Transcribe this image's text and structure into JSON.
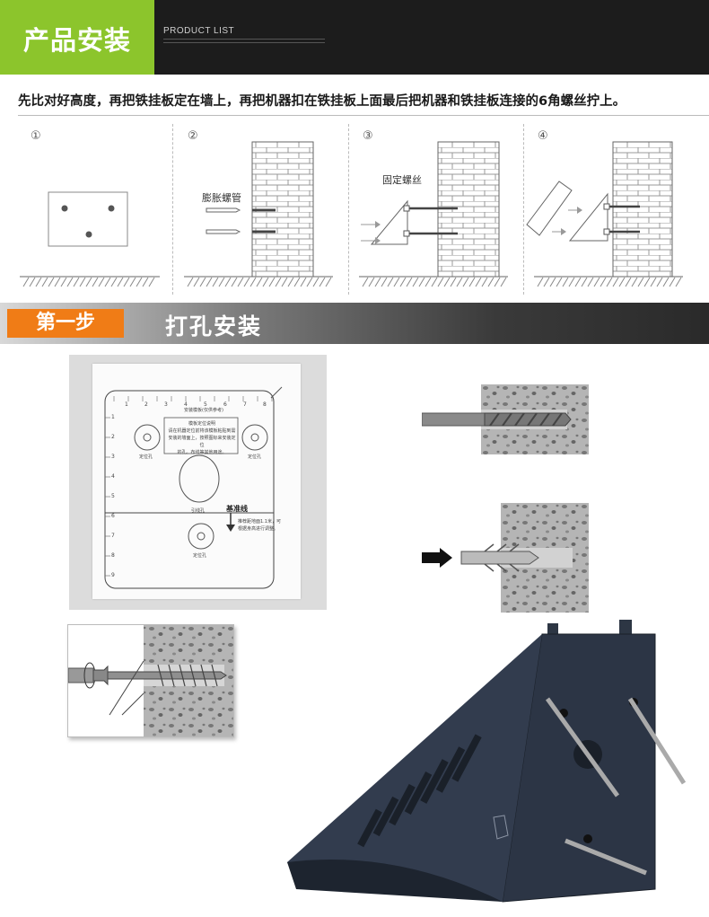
{
  "header": {
    "title": "产品安装",
    "subtitle": "PRODUCT LIST"
  },
  "instruction": "先比对好高度，再把铁挂板定在墙上，再把机器扣在铁挂板上面最后把机器和铁挂板连接的6角螺丝拧上。",
  "steps": [
    {
      "number": "①"
    },
    {
      "number": "②",
      "caption": "膨胀螺管"
    },
    {
      "number": "③",
      "caption": "固定螺丝"
    },
    {
      "number": "④"
    }
  ],
  "banner": {
    "tag": "第一步",
    "title": "打孔安装"
  },
  "template_card": {
    "ruler_top": [
      "1",
      "2",
      "3",
      "4",
      "5",
      "6",
      "7",
      "8"
    ],
    "ruler_left": [
      "1",
      "2",
      "3",
      "4",
      "5",
      "6",
      "7",
      "8",
      "9"
    ],
    "notice_title": "模板定位说明",
    "notice_lines": [
      "请在机器定位前将该模板粘贴到需",
      "安装的墙面上，按照图标来安装定位",
      "的孔。布线等其他用途。"
    ],
    "small_title": "安装模板(仅供参考)",
    "hole_left_label": "定位孔",
    "hole_right_label": "定位孔",
    "cable_hole_label": "引线孔",
    "baseline_label": "基准线",
    "baseline_note_1": "推荐距地面1.1米，可",
    "baseline_note_2": "根据身高进行调整。",
    "hole_bottom_label": "定位孔"
  },
  "colors": {
    "header_bg": "#1c1c1c",
    "header_accent": "#8cc52c",
    "banner_tag": "#f07c16",
    "device": "#2f3a4a"
  }
}
